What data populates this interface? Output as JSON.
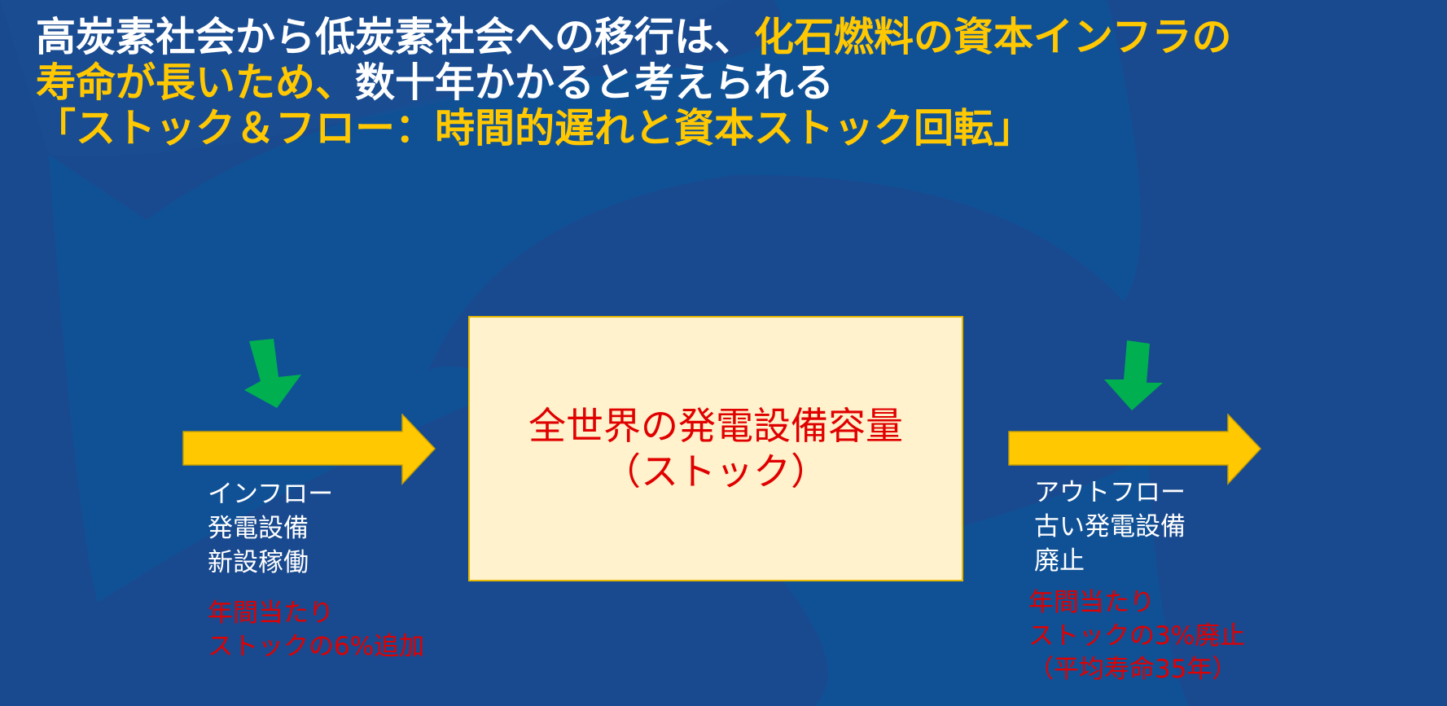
{
  "title": {
    "line1_white": "高炭素社会から低炭素社会への移行は、",
    "line1_yellow": "化石燃料の資本インフラの",
    "line2_yellow": "寿命が長いため、",
    "line2_white": "数十年かかると考えられる",
    "line3_yellow": "「ストック＆フロー：時間的遅れと資本ストック回転」"
  },
  "stock": {
    "line1": "全世界の発電設備容量",
    "line2": "（ストック）"
  },
  "inflow": {
    "lines": [
      "インフロー",
      "発電設備",
      "新設稼働"
    ],
    "rate_lines": [
      "年間当たり",
      "ストックの6%追加"
    ]
  },
  "outflow": {
    "lines": [
      "アウトフロー",
      "古い発電設備",
      "廃止"
    ],
    "rate_lines": [
      "年間当たり",
      "ストックの3%廃止",
      "（平均寿命35年）"
    ]
  },
  "colors": {
    "background": "#194A8F",
    "swoosh": "#0F5297",
    "title_white": "#FFFFFF",
    "title_yellow": "#FFC800",
    "flow_arrow": "#FFC800",
    "indicator_arrow": "#00B050",
    "stock_fill": "#FFF2CC",
    "stock_text": "#E00000"
  },
  "icons": {
    "inflow_arrow": "arrow-right",
    "outflow_arrow": "arrow-right",
    "inflow_indicator": "arrow-down",
    "outflow_indicator": "arrow-down"
  }
}
